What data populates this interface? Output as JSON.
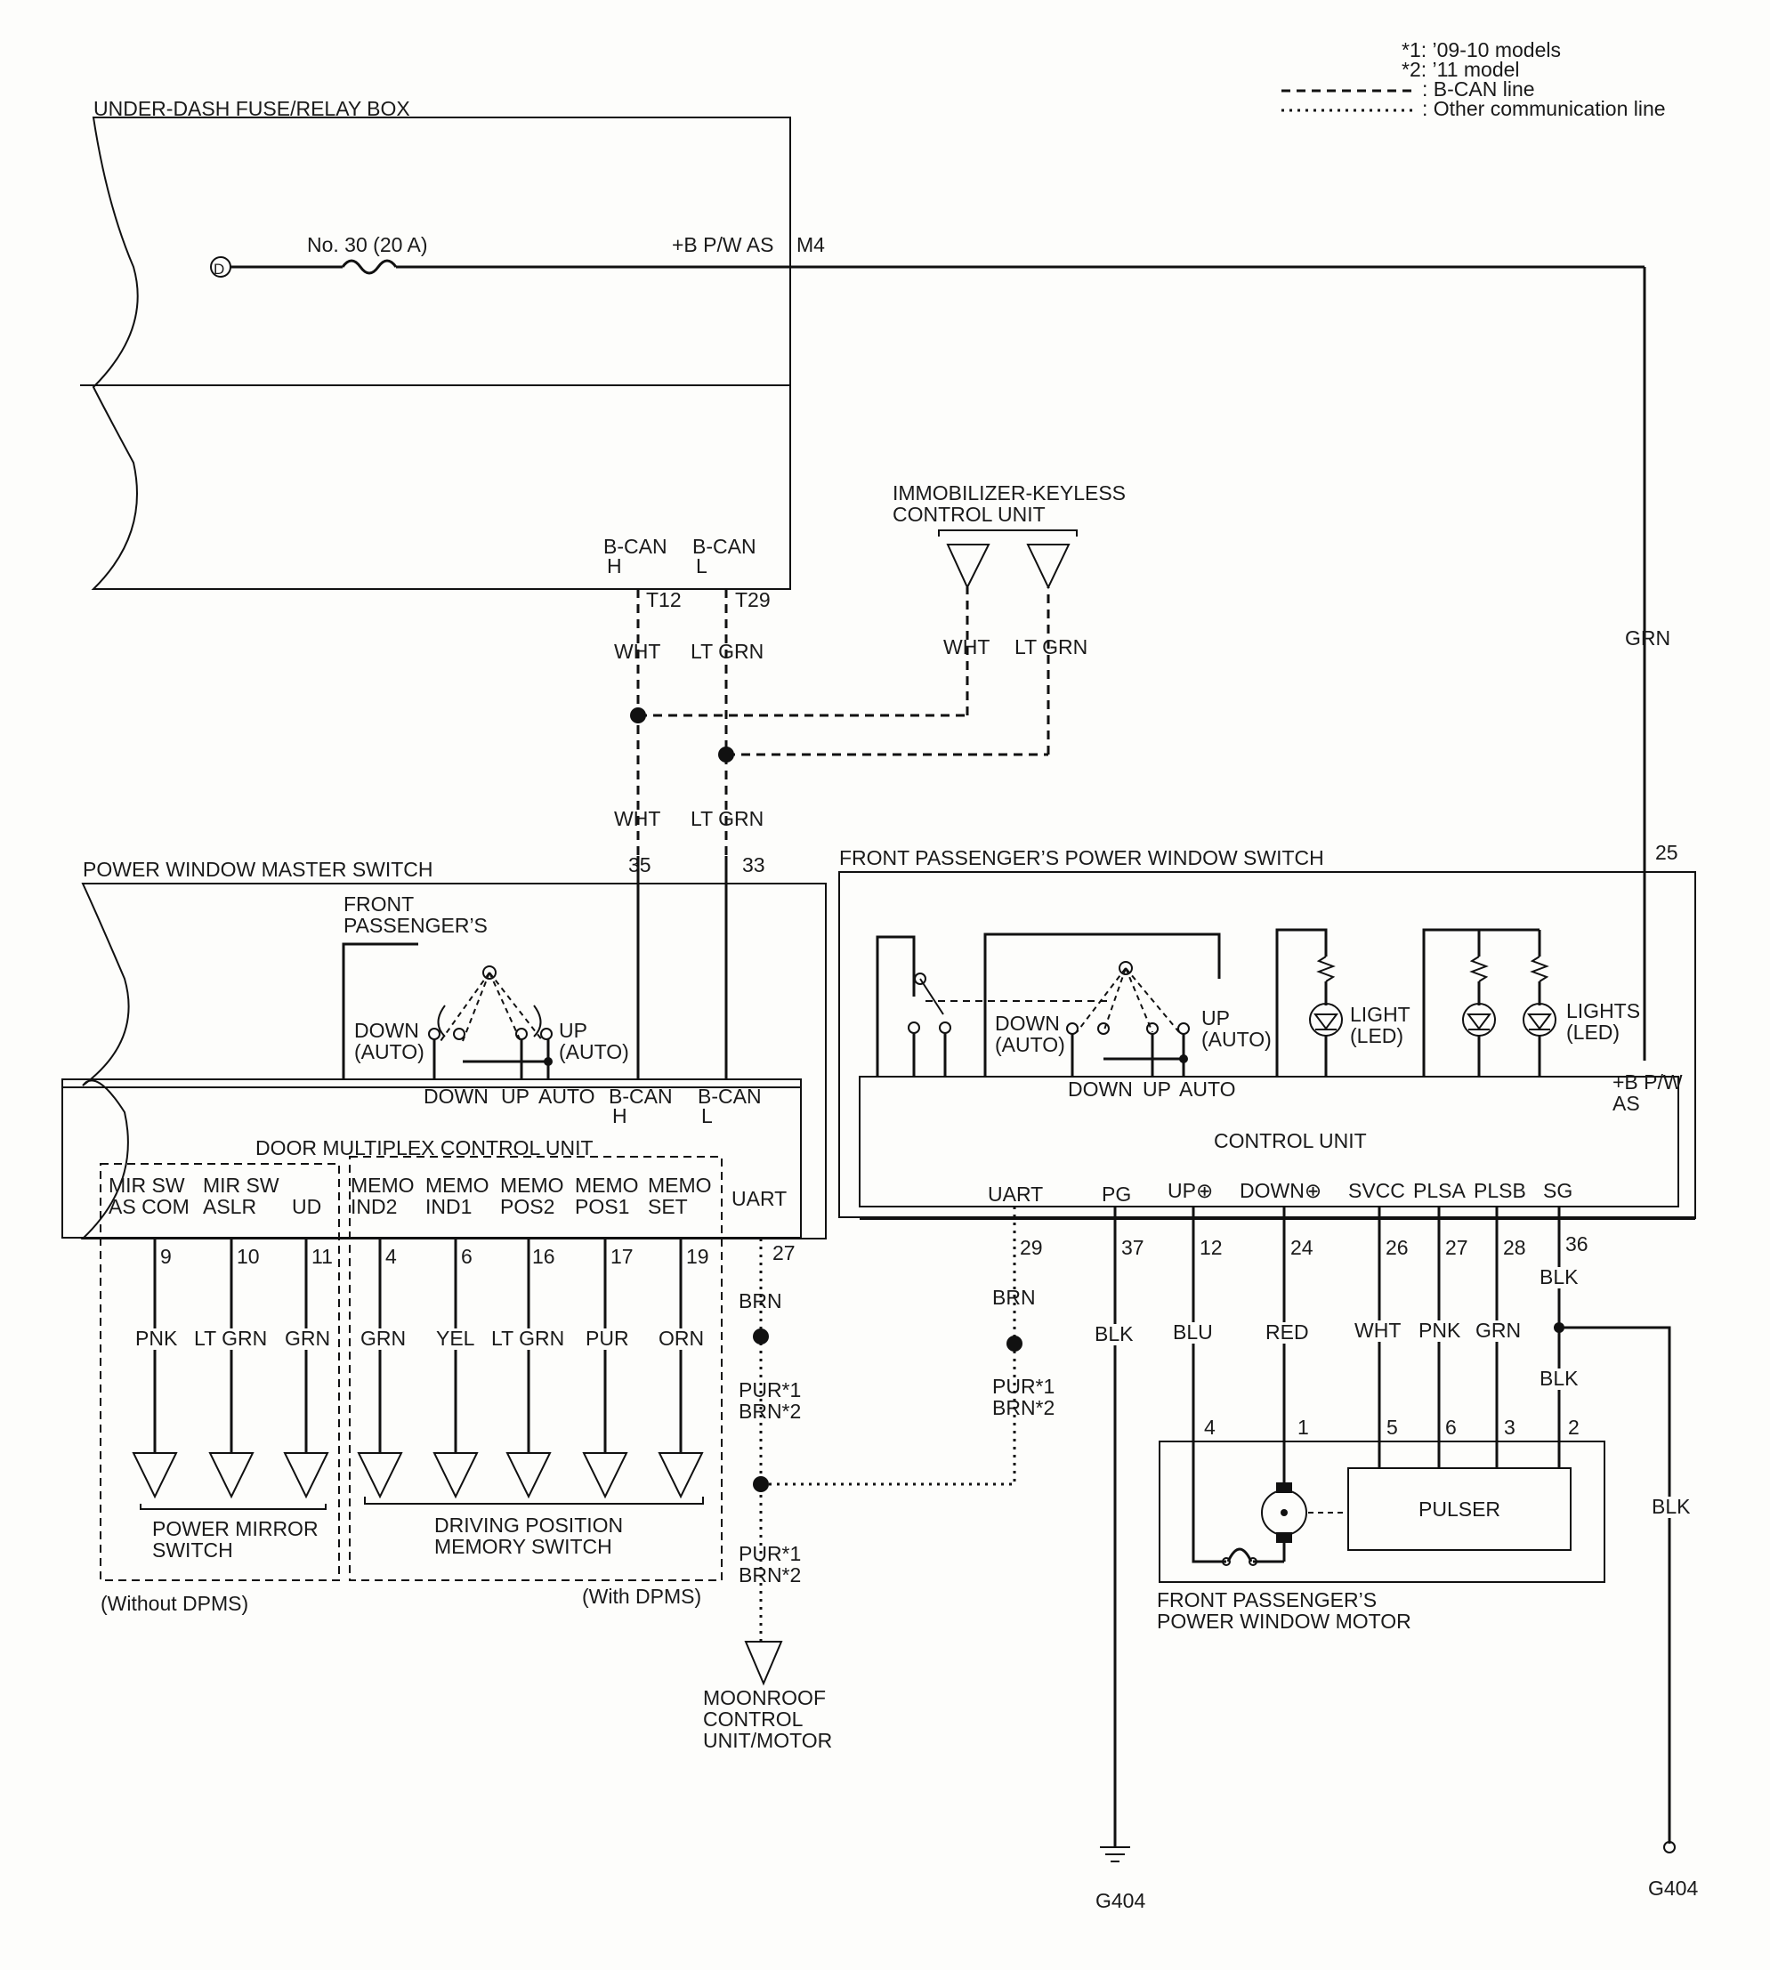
{
  "legend": {
    "note1": "*1: ’09-10 models",
    "note2": "*2: ’11 model",
    "bcan": ": B-CAN line",
    "other": ": Other communication line"
  },
  "fuse_box": {
    "title": "UNDER-DASH FUSE/RELAY BOX",
    "terminal_d": "D",
    "fuse": "No. 30 (20 A)",
    "bplus": "+B P/W AS",
    "m4": "M4",
    "bcan_h": [
      "B-CAN",
      "H"
    ],
    "bcan_l": [
      "B-CAN",
      "L"
    ],
    "t12": "T12",
    "t29": "T29"
  },
  "immobilizer": {
    "title": [
      "IMMOBILIZER-KEYLESS",
      "CONTROL UNIT"
    ],
    "wht": "WHT",
    "ltgrn": "LT GRN"
  },
  "wires": {
    "wht": "WHT",
    "ltgrn": "LT GRN",
    "grn": "GRN",
    "brn": "BRN",
    "pur_brn": [
      "PUR*1",
      "BRN*2"
    ],
    "blk": "BLK"
  },
  "master": {
    "title": "POWER WINDOW MASTER SWITCH",
    "pin35": "35",
    "pin33": "33",
    "fp": [
      "FRONT",
      "PASSENGER’S"
    ],
    "down": [
      "DOWN",
      "(AUTO)"
    ],
    "up": [
      "UP",
      "(AUTO)"
    ],
    "down_t": "DOWN",
    "up_t": "UP",
    "auto_t": "AUTO",
    "bcan_h": [
      "B-CAN",
      "H"
    ],
    "bcan_l": [
      "B-CAN",
      "L"
    ],
    "dmcu": "DOOR MULTIPLEX CONTROL UNIT",
    "pins": [
      {
        "name": [
          "MIR SW",
          "AS COM"
        ],
        "num": "9",
        "color": "PNK"
      },
      {
        "name": [
          "MIR SW",
          "ASLR"
        ],
        "num": "10",
        "color": "LT GRN"
      },
      {
        "name": [
          "UD",
          ""
        ],
        "num": "11",
        "color": "GRN"
      },
      {
        "name": [
          "MEMO",
          "IND2"
        ],
        "num": "4",
        "color": "GRN"
      },
      {
        "name": [
          "MEMO",
          "IND1"
        ],
        "num": "6",
        "color": "YEL"
      },
      {
        "name": [
          "MEMO",
          "POS2"
        ],
        "num": "16",
        "color": "LT GRN"
      },
      {
        "name": [
          "MEMO",
          "POS1"
        ],
        "num": "17",
        "color": "PUR"
      },
      {
        "name": [
          "MEMO",
          "SET"
        ],
        "num": "19",
        "color": "ORN"
      }
    ],
    "uart": "UART",
    "pin27": "27",
    "mirror": [
      "POWER MIRROR",
      "SWITCH"
    ],
    "memory": [
      "DRIVING POSITION",
      "MEMORY SWITCH"
    ],
    "without": "(Without DPMS)",
    "with": "(With DPMS)"
  },
  "moonroof": [
    "MOONROOF",
    "CONTROL",
    "UNIT/MOTOR"
  ],
  "passenger": {
    "title": "FRONT PASSENGER’S POWER WINDOW SWITCH",
    "pin25": "25",
    "down": [
      "DOWN",
      "(AUTO)"
    ],
    "up": [
      "UP",
      "(AUTO)"
    ],
    "light": [
      "LIGHT",
      "(LED)"
    ],
    "lights": [
      "LIGHTS",
      "(LED)"
    ],
    "down_t": "DOWN",
    "up_t": "UP",
    "auto_t": "AUTO",
    "bplus": [
      "+B P/W",
      "AS"
    ],
    "cu": "CONTROL UNIT",
    "pins": [
      {
        "name": "UART",
        "num": "29",
        "color": "BRN"
      },
      {
        "name": "PG",
        "num": "37",
        "color": "BLK"
      },
      {
        "name": "UP⊕",
        "num": "12",
        "color": "BLU"
      },
      {
        "name": "DOWN⊕",
        "num": "24",
        "color": "RED"
      },
      {
        "name": "SVCC",
        "num": "26",
        "color": "WHT"
      },
      {
        "name": "PLSA",
        "num": "27",
        "color": "PNK"
      },
      {
        "name": "PLSB",
        "num": "28",
        "color": "GRN"
      },
      {
        "name": "SG",
        "num": "36",
        "color": "BLK"
      }
    ]
  },
  "motor": {
    "title": [
      "FRONT PASSENGER’S",
      "POWER WINDOW MOTOR"
    ],
    "pulser": "PULSER",
    "pins": [
      "4",
      "1",
      "5",
      "6",
      "3",
      "2"
    ]
  },
  "grounds": {
    "g1": "G404",
    "g2": "G404"
  }
}
